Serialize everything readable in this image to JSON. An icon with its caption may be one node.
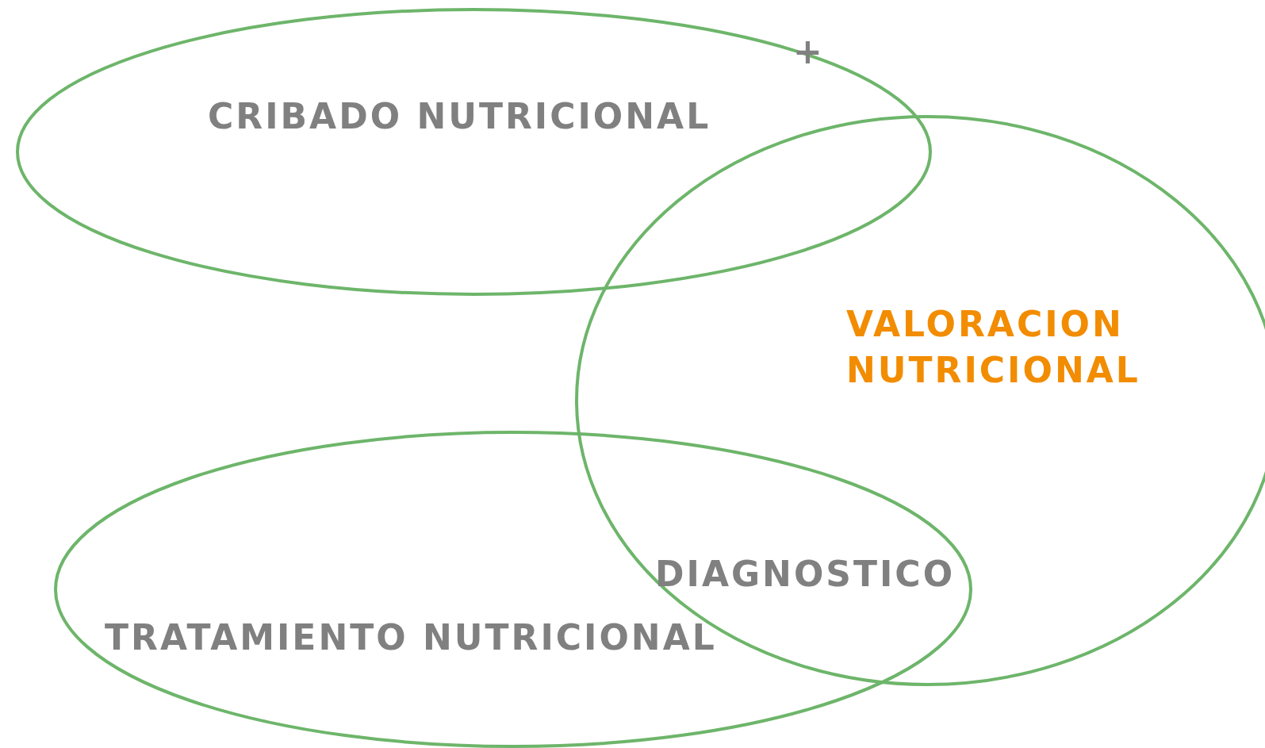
{
  "diagram": {
    "nodes": [
      {
        "text": [
          "CRIBADO NUTRICIONAL"
        ]
      },
      {
        "text": [
          "VALORACION NUTRICIONAL"
        ]
      },
      {
        "text": [
          "TRATAMIENTO NUTRICIONAL"
        ]
      }
    ],
    "edges": [],
    "labels": [
      "+",
      "DIAGNOSTICO"
    ]
  }
}
